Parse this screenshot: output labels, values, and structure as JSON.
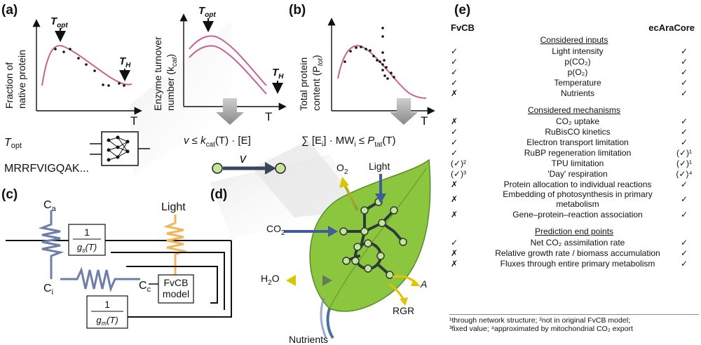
{
  "panels": {
    "a": "(a)",
    "b": "(b)",
    "c": "(c)",
    "d": "(d)",
    "e": "(e)"
  },
  "panel_a": {
    "ylabel1_line1": "Fraction of",
    "ylabel1_line2": "native protein",
    "topt": "T",
    "topt_sub": "opt",
    "th": "T",
    "th_sub": "H",
    "xlabel": "T",
    "ylabel2_line1": "Enzyme turnover",
    "ylabel2_line2": "number (k",
    "ylabel2_sub": "cat",
    "ylabel2_end": ")",
    "topt_input": "T",
    "topt_input_sub": "opt",
    "sequence": "MRRFVIGQAK...",
    "equation": "v ≤ k",
    "equation_sub": "cat",
    "equation_end": "(T) · [E]",
    "flux_symbol": "v"
  },
  "panel_b": {
    "ylabel_line1": "Total protein",
    "ylabel_line2": "content (P",
    "ylabel_sub": "tot",
    "ylabel_end": ")",
    "xlabel": "T",
    "equation": "∑ [E",
    "equation_i": "i",
    "equation_mid": "] · MW",
    "equation_end": " ≤ P",
    "equation_tat": "tat",
    "equation_T": "(T)"
  },
  "panel_c": {
    "ca": "C",
    "ca_sub": "a",
    "ci": "C",
    "ci_sub": "i",
    "cc": "C",
    "cc_sub": "c",
    "light": "Light",
    "gs_num": "1",
    "gs_den": "g",
    "gs_den_sub": "s",
    "gs_den_end": "(T)",
    "gm_num": "1",
    "gm_den": "g",
    "gm_den_sub": "m",
    "gm_den_end": "(T)",
    "model_line1": "FvCB",
    "model_line2": "model"
  },
  "panel_d": {
    "o2": "O",
    "o2_sub": "2",
    "light": "Light",
    "co2": "CO",
    "co2_sub": "2",
    "h2o": "H",
    "h2o_sub": "2",
    "h2o_end": "O",
    "a": "A",
    "rgr": "RGR",
    "nutrients": "Nutrients"
  },
  "panel_e": {
    "col_left": "FvCB",
    "col_right": "ecAraCore",
    "sections": [
      {
        "title": "Considered inputs",
        "rows": [
          {
            "fvcb": "✓",
            "label": "Light intensity",
            "eca": "✓"
          },
          {
            "fvcb": "✓",
            "label": "p(CO₂)",
            "eca": "✓"
          },
          {
            "fvcb": "✓",
            "label": "p(O₂)",
            "eca": "✓"
          },
          {
            "fvcb": "✓",
            "label": "Temperature",
            "eca": "✓"
          },
          {
            "fvcb": "✗",
            "label": "Nutrients",
            "eca": "✓"
          }
        ]
      },
      {
        "title": "Considered mechanisms",
        "rows": [
          {
            "fvcb": "✗",
            "label": "CO₂ uptake",
            "eca": "✓"
          },
          {
            "fvcb": "✓",
            "label": "RuBisCO kinetics",
            "eca": "✓"
          },
          {
            "fvcb": "✓",
            "label": "Electron transport limitation",
            "eca": "✓"
          },
          {
            "fvcb": "✓",
            "label": "RuBP regeneration limitation",
            "eca": "(✓)¹"
          },
          {
            "fvcb": "(✓)²",
            "label": "TPU limitation",
            "eca": "(✓)¹"
          },
          {
            "fvcb": "(✓)³",
            "label": "'Day'  respiration",
            "eca": "(✓)⁴"
          },
          {
            "fvcb": "✗",
            "label": "Protein allocation to individual reactions",
            "eca": "✓"
          },
          {
            "fvcb": "✗",
            "label": "Embedding of photosynthesis in primary metabolism",
            "eca": "✓"
          },
          {
            "fvcb": "✗",
            "label": "Gene–protein–reaction association",
            "eca": "✓"
          }
        ]
      },
      {
        "title": "Prediction end points",
        "rows": [
          {
            "fvcb": "✓",
            "label": "Net CO₂ assimilation rate",
            "eca": "✓"
          },
          {
            "fvcb": "✗",
            "label": "Relative growth rate / biomass accumulation",
            "eca": "✓"
          },
          {
            "fvcb": "✗",
            "label": "Fluxes through entire primary metabolism",
            "eca": "✓"
          }
        ]
      }
    ],
    "footnote_line1": "¹through network structure; ²not in original FvCB model;",
    "footnote_line2": "³fixed value; ⁴approximated by mitochondrial CO₂ export"
  },
  "colors": {
    "curve": "#c8638f",
    "arrow_blue": "#3d5e9a",
    "leaf": "#8cc63f",
    "leaf_dark": "#5a8a2a",
    "node": "#c7e59a",
    "light_orange": "#f4b55a",
    "yellow": "#e0c400",
    "stalk": "#4a6fa5"
  }
}
